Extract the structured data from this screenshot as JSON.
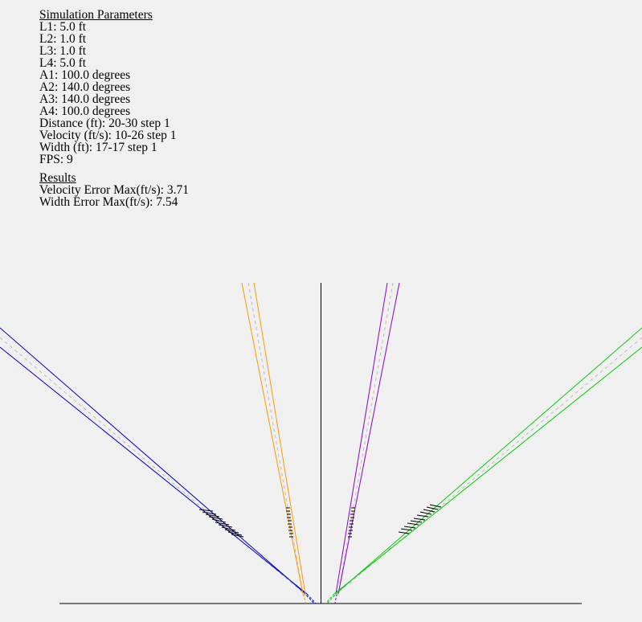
{
  "parameters": {
    "heading": "Simulation Parameters",
    "lines": [
      "L1: 5.0 ft",
      "L2: 1.0 ft",
      "L3: 1.0 ft",
      "L4: 5.0 ft",
      "A1: 100.0 degrees",
      "A2: 140.0 degrees",
      "A3: 140.0 degrees",
      "A4: 100.0 degrees",
      "Distance (ft): 20-30 step 1",
      "Velocity (ft/s): 10-26 step 1",
      "Width (ft): 17-17 step 1",
      "FPS: 9"
    ]
  },
  "results": {
    "heading": "Results",
    "lines": [
      "Velocity Error Max(ft/s): 3.71",
      "Width Error Max(ft/s): 7.54"
    ]
  },
  "diagram": {
    "beams": [
      {
        "name": "beam-1",
        "color": "#0000cc",
        "angle_deg": 140.0
      },
      {
        "name": "beam-2",
        "color": "#ff9900",
        "angle_deg": 100.0
      },
      {
        "name": "beam-3",
        "color": "#8800cc",
        "angle_deg": 100.0
      },
      {
        "name": "beam-4",
        "color": "#00cc00",
        "angle_deg": 140.0
      }
    ],
    "axis_color": "#000000",
    "guide_color": "#bbbbbb"
  }
}
